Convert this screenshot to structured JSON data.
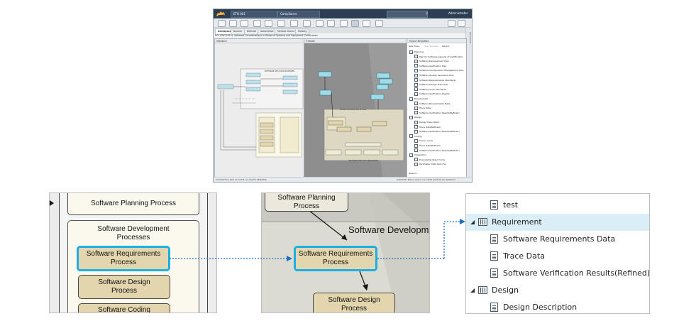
{
  "screenshot": {
    "titlebar": {
      "project": "ETH 001",
      "module": "Compliance",
      "user": "Administrator"
    },
    "tabs": [
      "Aerospace",
      "Nuclear",
      "Defense",
      "Automotive",
      "Medical Device",
      "Railway"
    ],
    "document_title": "DO-178C(2011): Software Considerations in Airborne Systems and Equipment Certification",
    "sidebar_label": "Go-to-Grid",
    "panes": {
      "standard": "Standard",
      "vmodel": "V-Model",
      "output": "Output Templates"
    },
    "output_toolbar": {
      "new_phase": "New Phase",
      "new_template": "New Template",
      "refresh": "Refresh"
    },
    "output_tree": [
      {
        "label": "Planning",
        "level": 0
      },
      {
        "label": "Plan for Software Aspects of Certification",
        "level": 1
      },
      {
        "label": "Software Development Plan",
        "level": 1
      },
      {
        "label": "Software Verification Plan",
        "level": 1
      },
      {
        "label": "Software Configuration Management Plan",
        "level": 1
      },
      {
        "label": "Software Quality Assurance Plan",
        "level": 1
      },
      {
        "label": "Software Requirements Standards",
        "level": 1
      },
      {
        "label": "Software Design Standards",
        "level": 1
      },
      {
        "label": "Software Code Standards",
        "level": 1
      },
      {
        "label": "Software Verification Results",
        "level": 1
      },
      {
        "label": "Requirement",
        "level": 0
      },
      {
        "label": "Software Requirements Data",
        "level": 1
      },
      {
        "label": "Trace Data",
        "level": 1
      },
      {
        "label": "Software Verification Results(Refined)",
        "level": 1
      },
      {
        "label": "Design",
        "level": 0
      },
      {
        "label": "Design Description",
        "level": 1
      },
      {
        "label": "Trace Data(Refined)",
        "level": 1
      },
      {
        "label": "Software Verification Results(Refined)",
        "level": 1
      },
      {
        "label": "Coding",
        "level": 0
      },
      {
        "label": "Source Code",
        "level": 1
      },
      {
        "label": "Trace Data(Refined)",
        "level": 1
      },
      {
        "label": "Software Verification Results(Refined)",
        "level": 1
      },
      {
        "label": "Integration",
        "level": 0
      },
      {
        "label": "Executable Object Code",
        "level": 1
      },
      {
        "label": "Parameter Data Item File",
        "level": 1
      }
    ],
    "output_footer": "Restore",
    "std_diagram": {
      "lifecycle": "SOFTWARE LIFE CYCLE PROCESSES"
    },
    "v_diagram": {
      "dev": "Software Development Process",
      "lifecycle": "SOFTWARE LIFE CYCLE PROCESSES"
    },
    "footer_left": "COPYRIGHT(C) 2014-2015 RDB, ALL RIGHTS RESERVED.",
    "footer_right": "SUREPOINT Refiner Version 2.1.2.3600 (2015-08-14) SNAPSHOT"
  },
  "zoom_left": {
    "planning": "Software Planning Process",
    "development": "Software Development\nProcesses",
    "requirements": "Software Requirements\nProcess",
    "design": "Software Design\nProcess",
    "coding": "Software Coding"
  },
  "zoom_mid": {
    "planning": "Software Planning\nProcess",
    "dev_label": "Software Developm",
    "requirements": "Software Requirements\nProcess",
    "design": "Software Design\nProcess"
  },
  "zoom_right": {
    "rows": [
      {
        "label": "test",
        "kind": "doc"
      },
      {
        "label": "Requirement",
        "kind": "group",
        "selected": true
      },
      {
        "label": "Software Requirements Data",
        "kind": "doc"
      },
      {
        "label": "Trace Data",
        "kind": "doc"
      },
      {
        "label": "Software Verification Results(Refined)",
        "kind": "doc"
      },
      {
        "label": "Design",
        "kind": "group"
      },
      {
        "label": "Design Description",
        "kind": "doc"
      }
    ]
  },
  "colors": {
    "highlight": "#1eaee4",
    "connector": "#1b6fc0",
    "process_fill": "#e3d6ae",
    "titlebar": "#2d3e53"
  }
}
